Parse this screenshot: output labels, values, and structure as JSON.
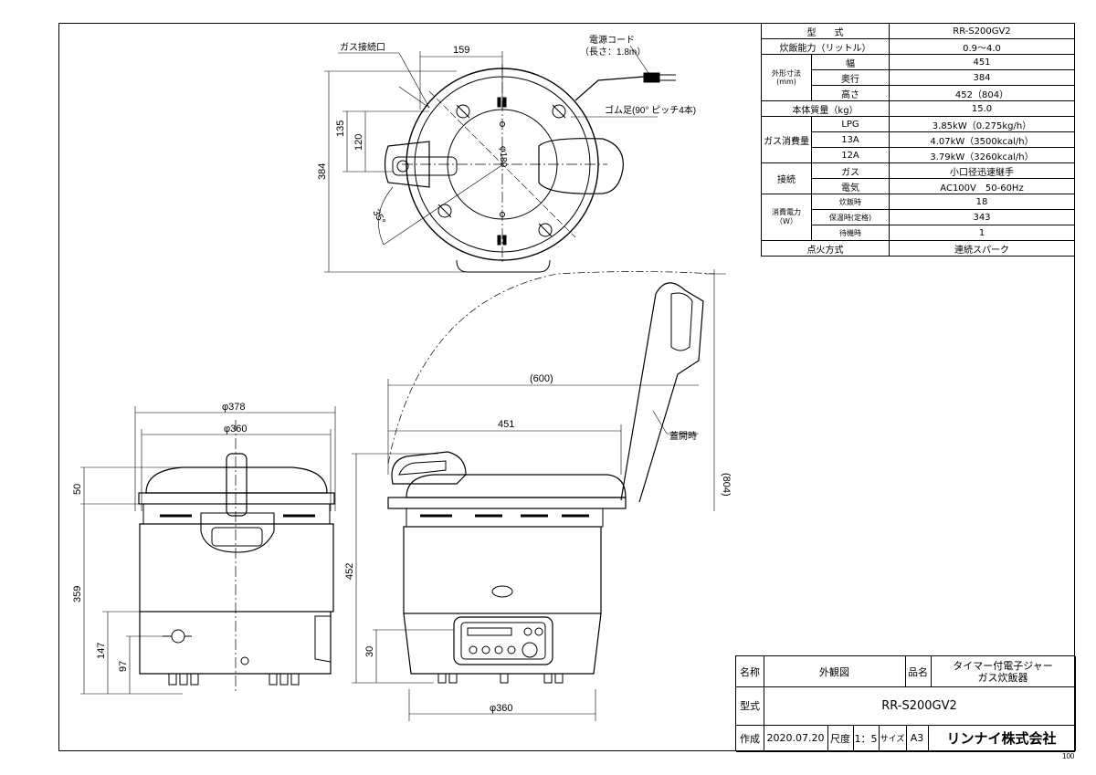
{
  "spec_table": {
    "model_label": "型　　式",
    "model_value": "RR-S200GV2",
    "capacity_label": "炊飯能力（リットル）",
    "capacity_value": "0.9～4.0",
    "dims_group_label": "外形寸法(mm)",
    "width_label": "幅",
    "width_value": "451",
    "depth_label": "奥行",
    "depth_value": "384",
    "height_label": "高さ",
    "height_value": "452（804）",
    "mass_label": "本体質量（kg）",
    "mass_value": "15.0",
    "gas_group_label": "ガス消費量",
    "gas_rows": [
      {
        "type": "LPG",
        "value": "3.85kW（0.275kg/h）"
      },
      {
        "type": "13A",
        "value": "4.07kW（3500kcal/h）"
      },
      {
        "type": "12A",
        "value": "3.79kW（3260kcal/h）"
      }
    ],
    "connection_group_label": "接続",
    "conn_gas_label": "ガス",
    "conn_gas_value": "小口径迅速継手",
    "conn_elec_label": "電気",
    "conn_elec_value": "AC100V　50-60Hz",
    "power_group_label": "消費電力（W）",
    "power_rows": [
      {
        "mode": "炊飯時",
        "value": "18"
      },
      {
        "mode": "保温時(定格)",
        "value": "343"
      },
      {
        "mode": "待機時",
        "value": "1"
      }
    ],
    "ignition_label": "点火方式",
    "ignition_value": "連続スパーク"
  },
  "title_block": {
    "name_label": "名称",
    "name_value": "外観図",
    "product_label": "品名",
    "product_line1": "タイマー付電子ジャー",
    "product_line2": "ガス炊飯器",
    "model_label": "型式",
    "model_value": "RR-S200GV2",
    "made_label": "作成",
    "date": "2020.07.20",
    "scale_label": "尺度",
    "scale": "1：5",
    "size_label": "サイズ",
    "size": "A3",
    "company": "リンナイ株式会社"
  },
  "page_number": "100",
  "annotations": {
    "gas_port": "ガス接続口",
    "power_cord_line1": "電源コード",
    "power_cord_line2": "（長さ：1.8m）",
    "rubber_feet": "ゴム足(90° ピッチ4本)",
    "lid_open": "蓋開時"
  },
  "dimensions": {
    "top_width": "159",
    "top_135": "135",
    "top_120": "120",
    "top_depth": "384",
    "top_angle": "35°",
    "top_dia": "φ180",
    "front_378": "φ378",
    "front_360": "φ360",
    "front_50": "50",
    "front_359": "359",
    "front_147": "147",
    "front_97": "97",
    "side_600": "(600)",
    "side_451": "451",
    "side_452": "452",
    "side_804": "(804)",
    "side_30": "30",
    "side_360": "φ360"
  },
  "colors": {
    "line": "#000000",
    "paper": "#ffffff",
    "hidden": "#444444"
  }
}
